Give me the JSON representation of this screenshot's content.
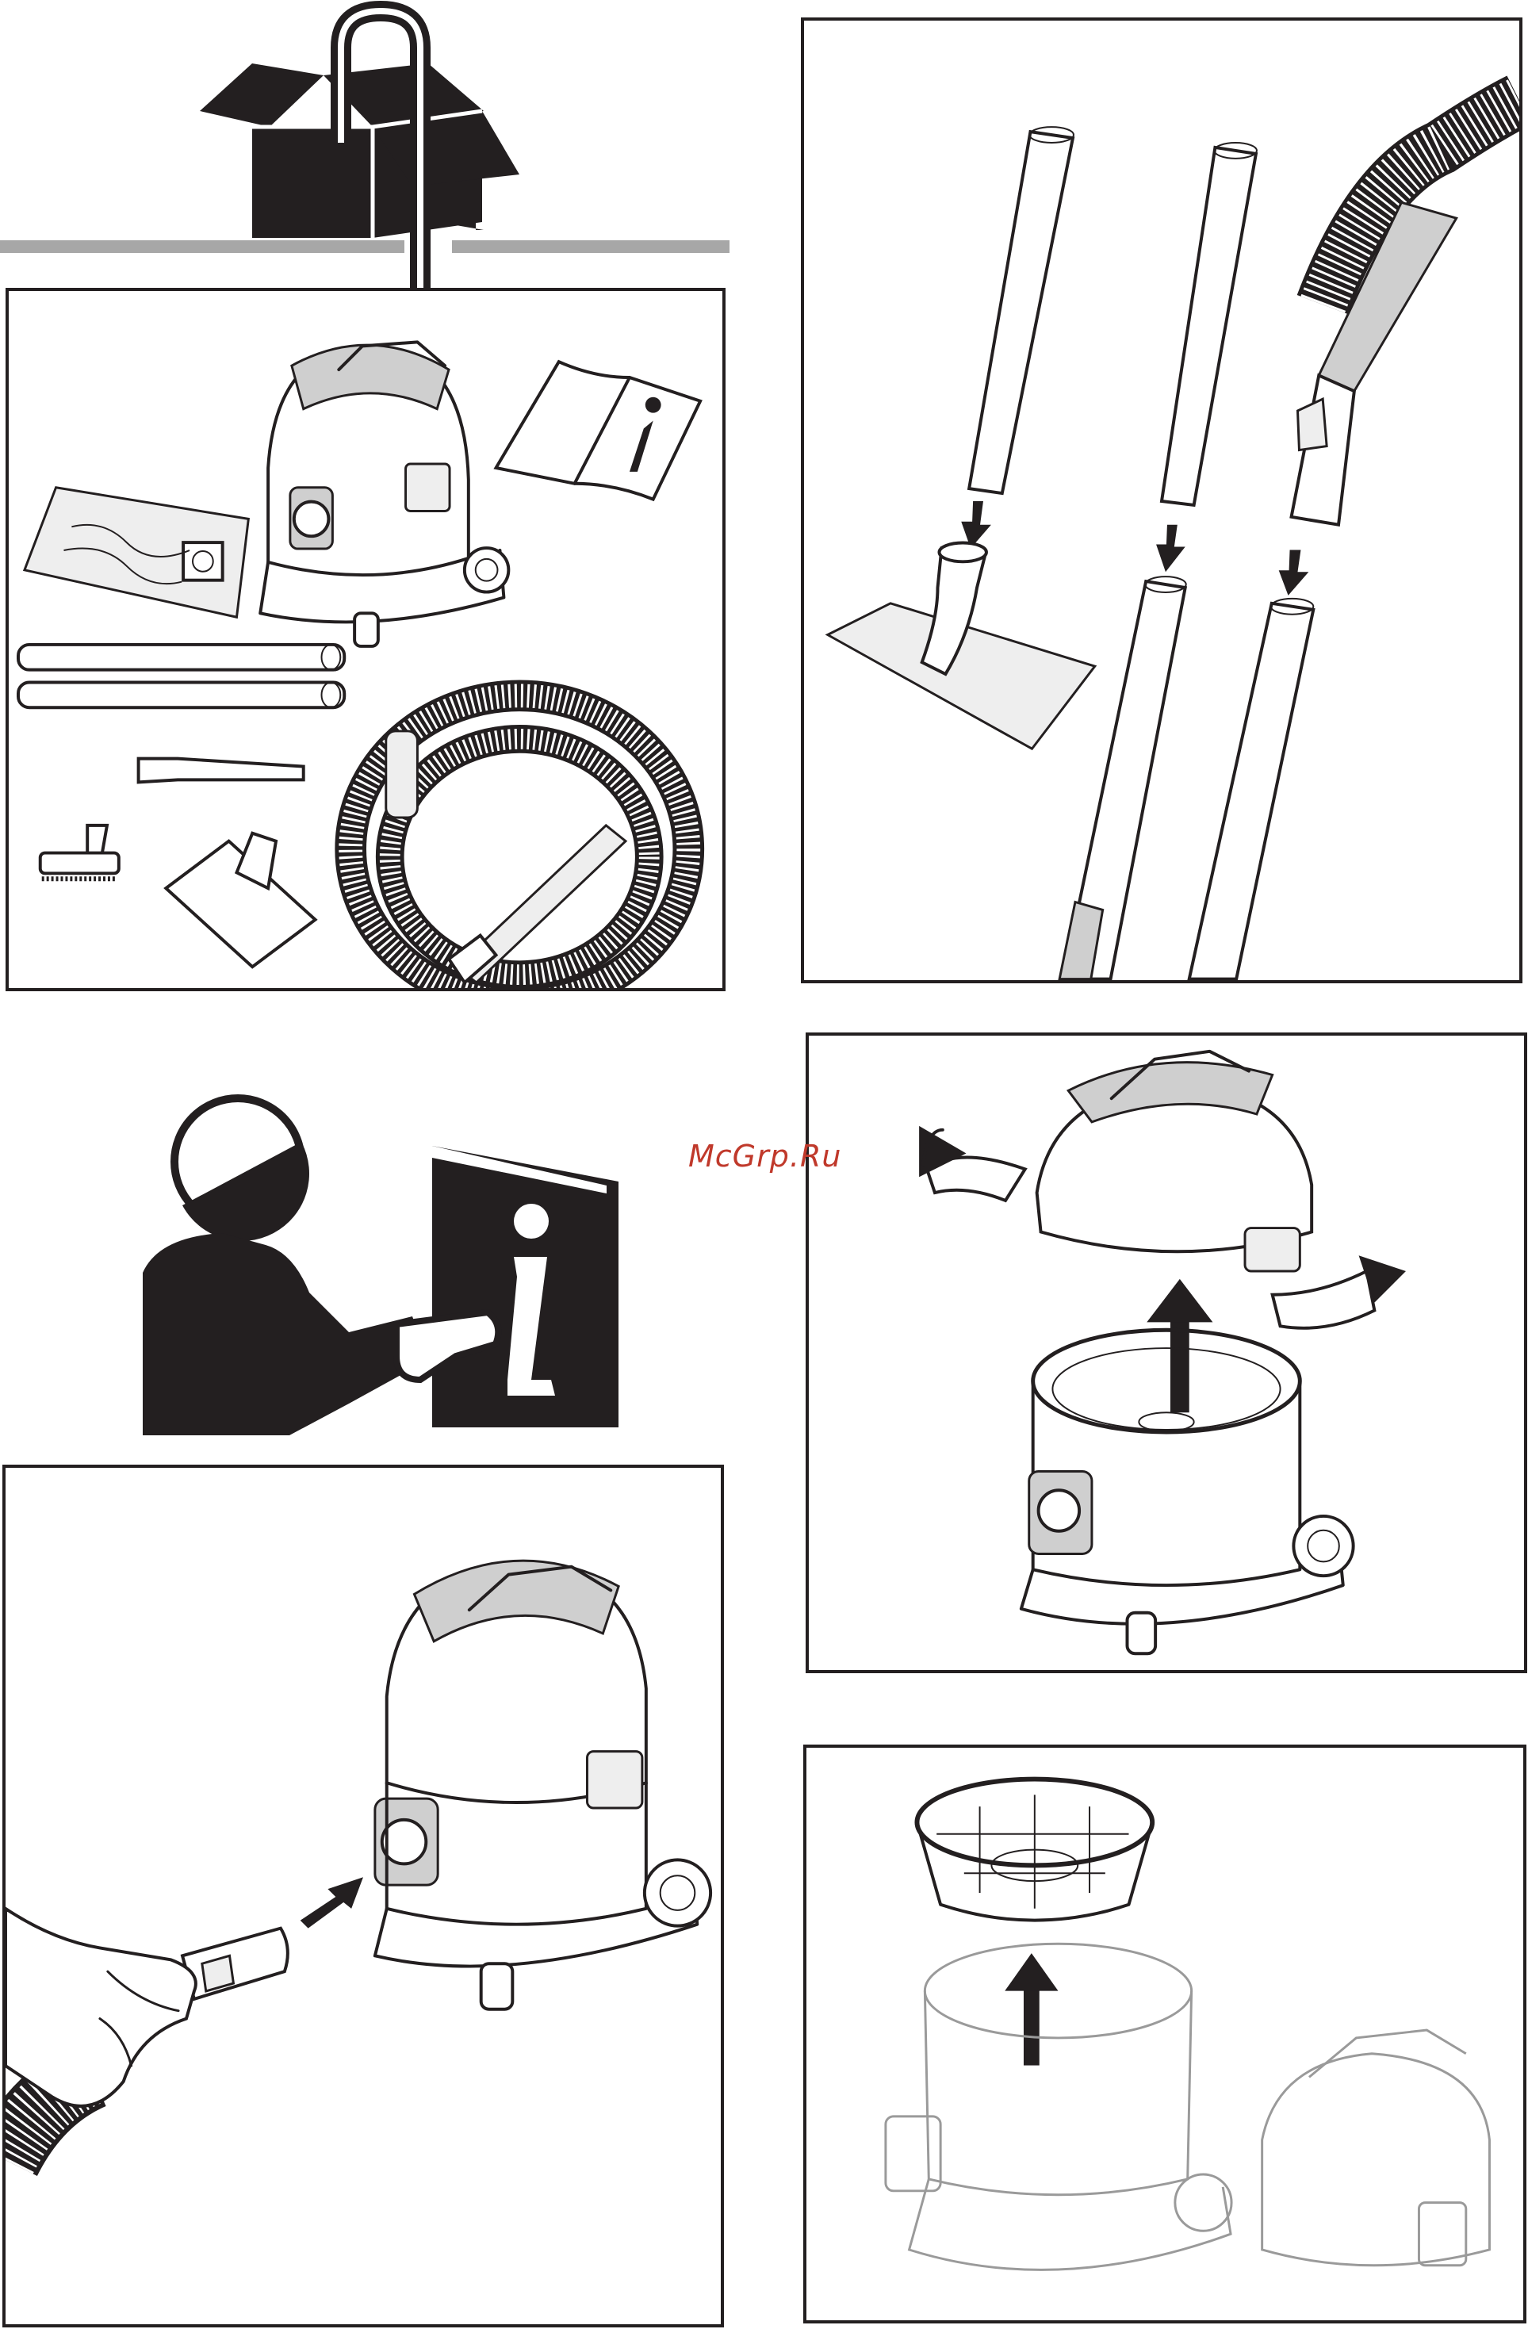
{
  "page": {
    "watermark": "McGrp.Ru"
  },
  "icons": {
    "unpack": "box-with-hose-arrow-icon",
    "read_manual": "person-reading-manual-icon",
    "info": "info-i-icon"
  },
  "colors": {
    "ink": "#231f20",
    "gray_bar": "#a7a7a7",
    "watermark": "#c0392b"
  },
  "figures": [
    {
      "id": "contents",
      "icon": "vacuum-contents-illustration"
    },
    {
      "id": "tube-assembly",
      "icon": "tube-assembly-illustration"
    },
    {
      "id": "lid-removal",
      "icon": "lid-removal-illustration"
    },
    {
      "id": "hose-insertion",
      "icon": "hose-insertion-illustration"
    },
    {
      "id": "filter-removal",
      "icon": "filter-basket-removal-illustration"
    }
  ]
}
